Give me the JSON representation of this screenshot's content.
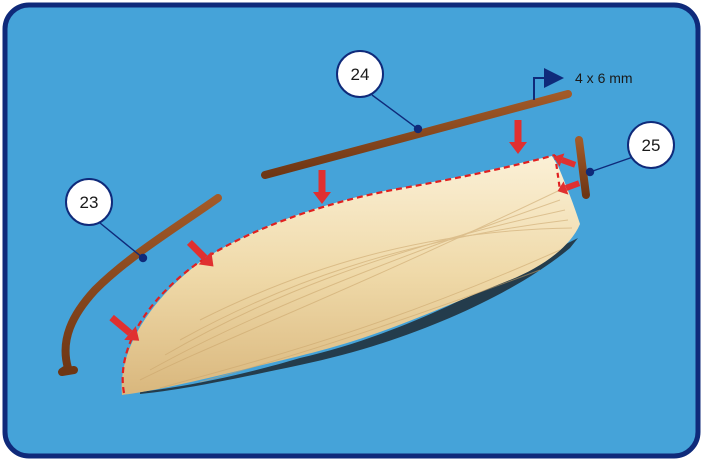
{
  "callouts": {
    "part_23": "23",
    "part_24": "24",
    "part_25": "25"
  },
  "dimension_label": "4 x 6 mm",
  "colors": {
    "panel_background": "#45a3d9",
    "panel_border": "#0f2a7a",
    "wood_strip": "#8b4a1f",
    "hull_light": "#f2dfb3",
    "hull_dark": "#d8b67c",
    "arrow": "#e03030",
    "glue_line": "#e02020",
    "leader_line": "#0f2a7a"
  }
}
